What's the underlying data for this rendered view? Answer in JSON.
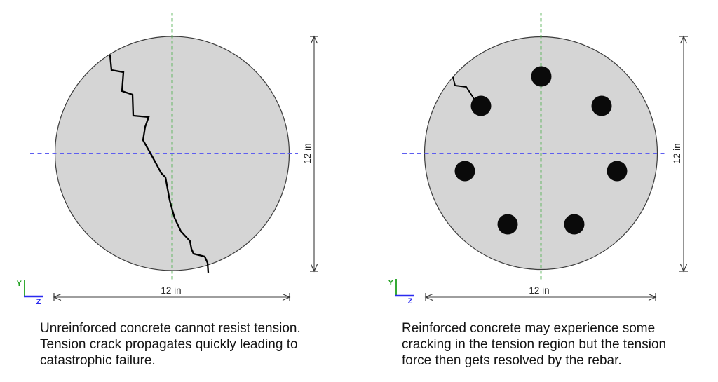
{
  "figure": {
    "type": "engineering-cross-section-comparison",
    "subject": "Circular concrete column cross sections, unreinforced vs reinforced"
  },
  "colors": {
    "concrete_fill": "#d5d5d5",
    "concrete_outline": "#3c3c3c",
    "centerline_vertical_green": "#4cae4c",
    "centerline_horizontal_blue": "#5e5ef0",
    "crack_black": "#000000",
    "rebar_black": "#0a0a0a",
    "dimension_line": "#3c3c3c",
    "axis_y_green": "#1fa01f",
    "axis_z_blue": "#2a2af0"
  },
  "diagrams": [
    {
      "name": "unreinforced-concrete-section",
      "width_dim_label": "12 in",
      "height_dim_label": "12 in",
      "axis_y_label": "Y",
      "axis_z_label": "Z",
      "rebar_count": 0,
      "caption_lines": [
        "Unreinforced concrete cannot resist tension.",
        "Tension crack propagates quickly leading to",
        "catastrophic failure."
      ]
    },
    {
      "name": "reinforced-concrete-section",
      "width_dim_label": "12 in",
      "height_dim_label": "12 in",
      "axis_y_label": "Y",
      "axis_z_label": "Z",
      "rebar_count": 7,
      "caption_lines": [
        "Reinforced concrete may experience some",
        "cracking in the tension region but the tension",
        "force then gets resolved by the rebar."
      ]
    }
  ]
}
